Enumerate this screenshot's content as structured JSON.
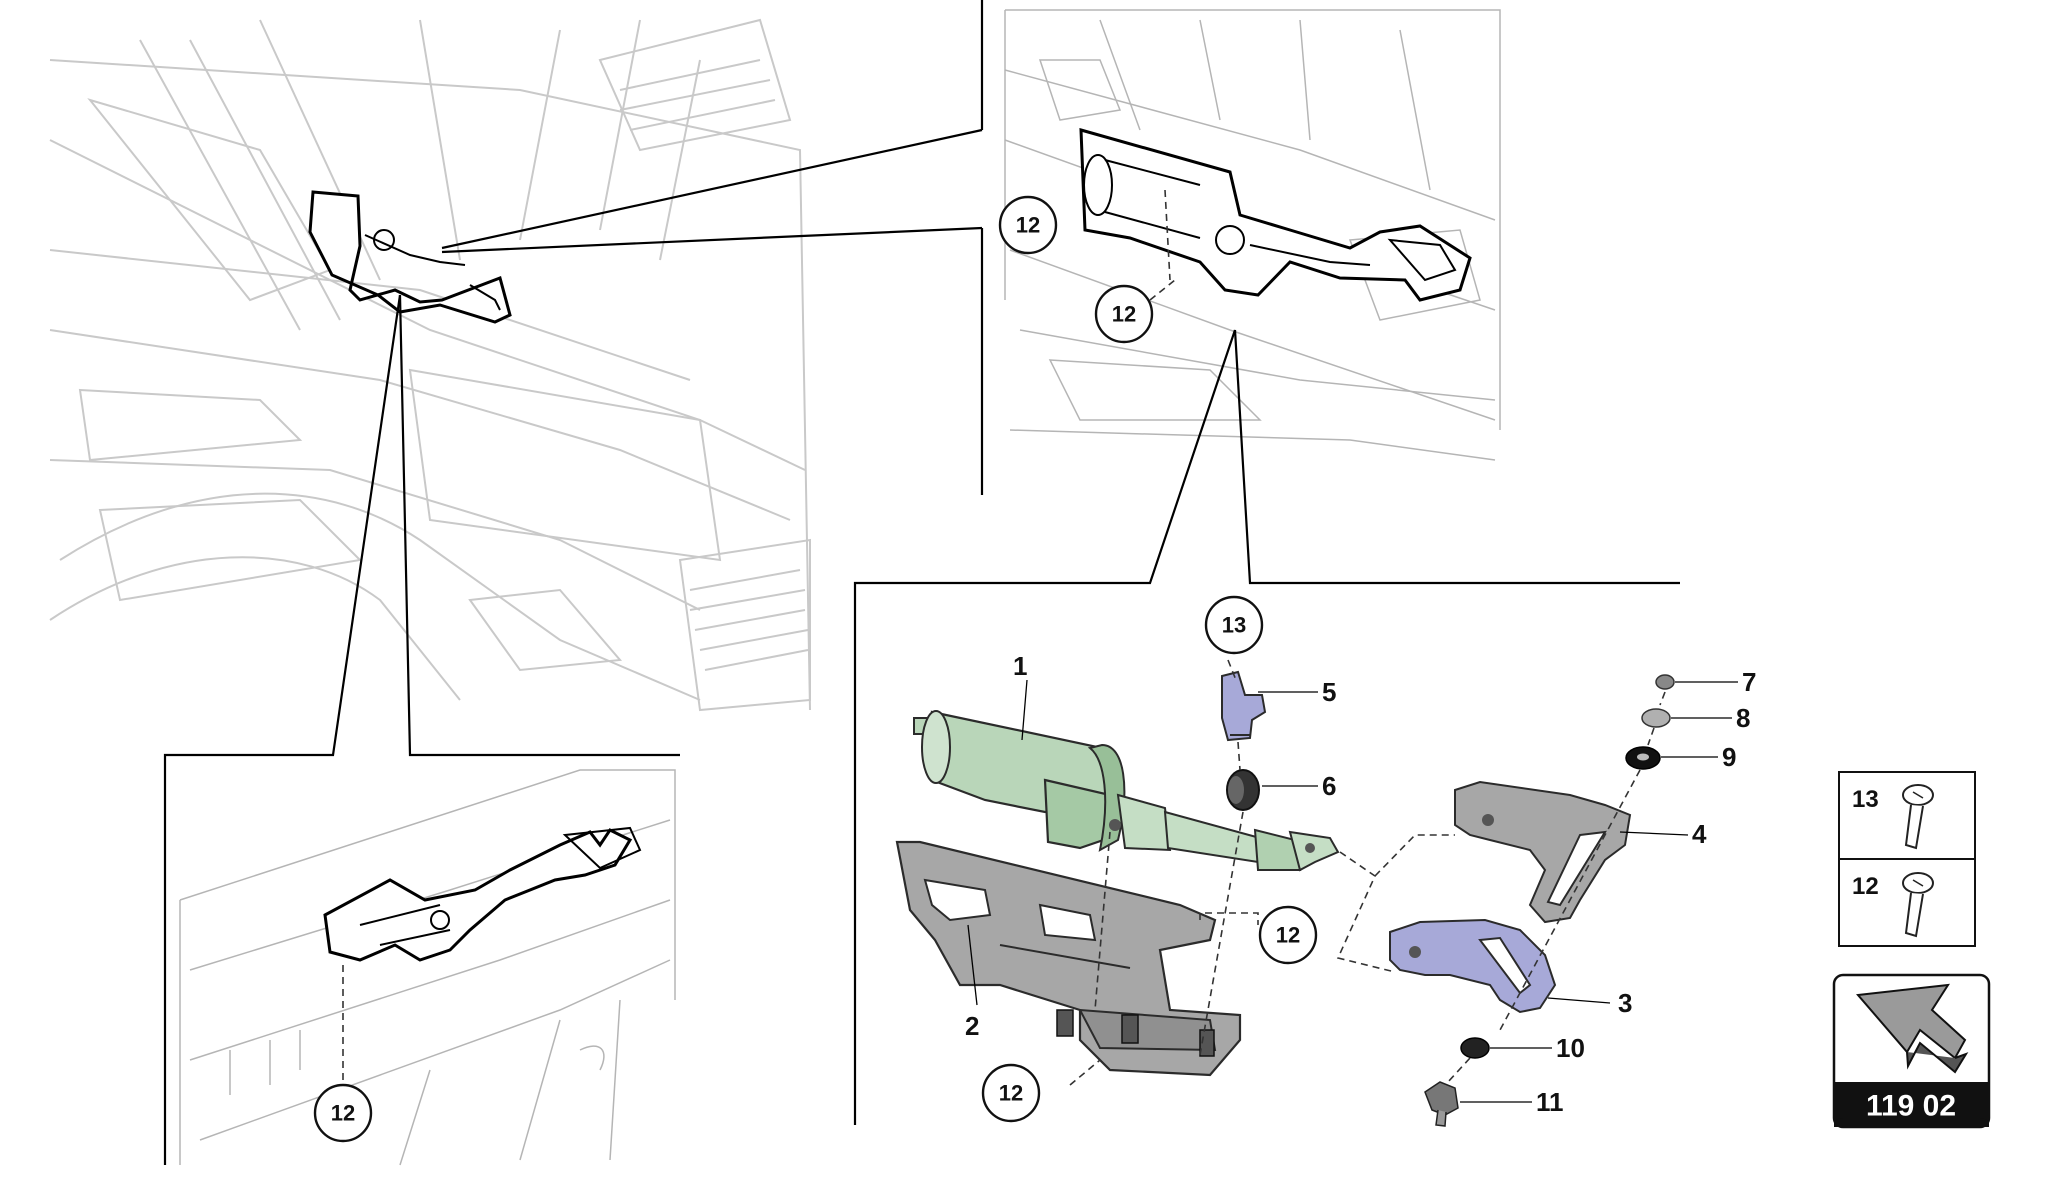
{
  "callouts": {
    "c1": "1",
    "c2": "2",
    "c3": "3",
    "c4": "4",
    "c5": "5",
    "c6": "6",
    "c7": "7",
    "c8": "8",
    "c9": "9",
    "c10": "10",
    "c11": "11",
    "c12": "12",
    "c13": "13"
  },
  "legend": {
    "item13": "13",
    "item12": "12"
  },
  "badge": {
    "code": "119 02"
  },
  "colors": {
    "actuator": "#b9d6b9",
    "bracket_grey": "#a7a7a7",
    "bracket_blue": "#a7a9d8",
    "badge": "#111111"
  }
}
